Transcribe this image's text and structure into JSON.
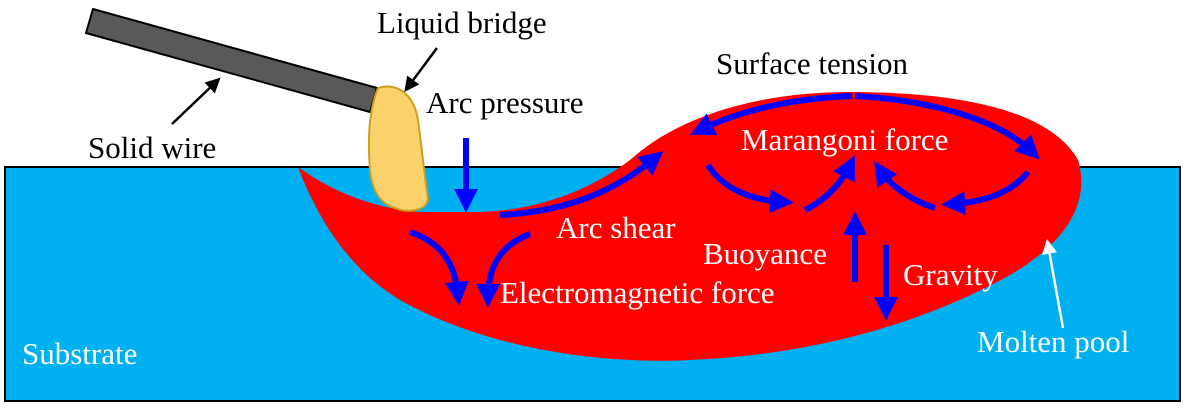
{
  "colors": {
    "substrate": "#00b0f0",
    "molten_pool": "#ff0000",
    "droplet": "#fad16b",
    "droplet_outline": "#c9a020",
    "wire": "#595959",
    "force_arrow": "#0000ff",
    "label_on_pool": "#ffffff",
    "label_outside": "#000000"
  },
  "labels": {
    "liquid_bridge": "Liquid bridge",
    "solid_wire": "Solid wire",
    "arc_pressure": "Arc pressure",
    "surface_tension": "Surface tension",
    "marangoni_force": "Marangoni force",
    "arc_shear": "Arc shear",
    "buoyance": "Buoyance",
    "gravity": "Gravity",
    "electromagnetic_force": "Electromagnetic force",
    "molten_pool": "Molten pool",
    "substrate": "Substrate"
  }
}
